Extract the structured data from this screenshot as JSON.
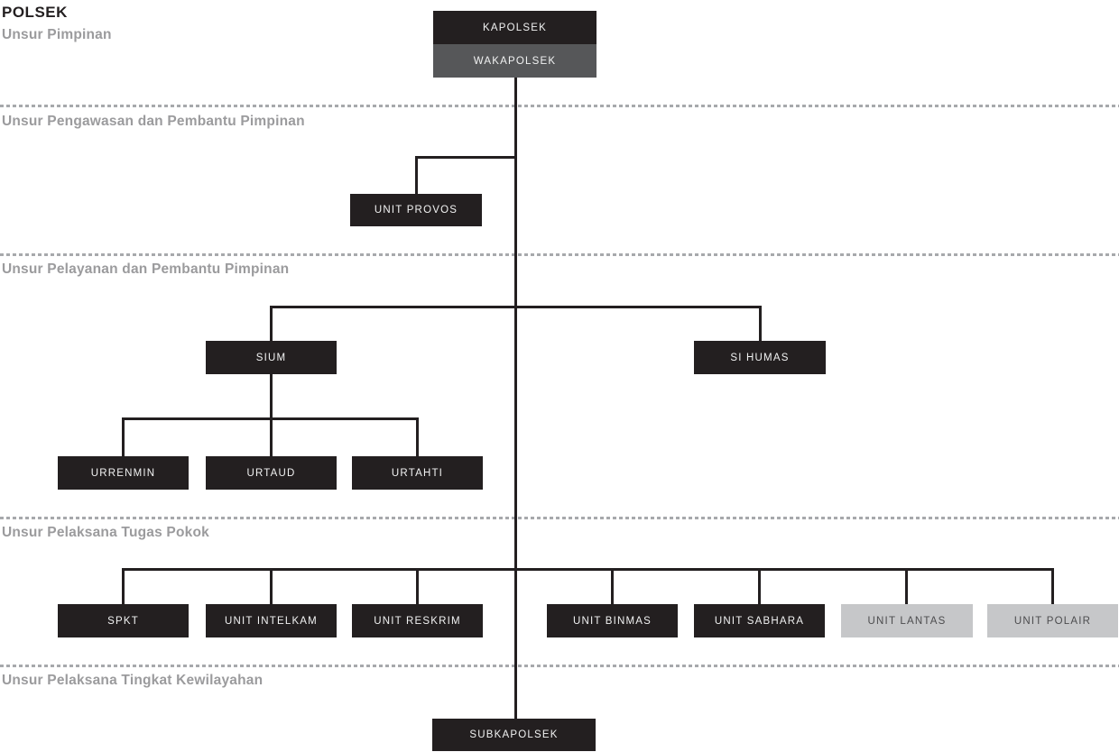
{
  "title": "POLSEK",
  "sections": {
    "pimpinan": "Unsur Pimpinan",
    "pengawasan": "Unsur Pengawasan dan Pembantu Pimpinan",
    "pelayanan": "Unsur Pelayanan dan Pembantu Pimpinan",
    "pelaksana_pokok": "Unsur Pelaksana Tugas Pokok",
    "kewilayahan": "Unsur Pelaksana Tingkat Kewilayahan"
  },
  "nodes": {
    "kapolsek": "KAPOLSEK",
    "wakapolsek": "WAKAPOLSEK",
    "unit_provos": "UNIT PROVOS",
    "sium": "SIUM",
    "si_humas": "SI HUMAS",
    "urrenmin": "URRENMIN",
    "urtaud": "URTAUD",
    "urtahti": "URTAHTI",
    "spkt": "SPKT",
    "unit_intelkam": "UNIT INTELKAM",
    "unit_reskrim": "UNIT RESKRIM",
    "unit_binmas": "UNIT BINMAS",
    "unit_sabhara": "UNIT SABHARA",
    "unit_lantas": "UNIT LANTAS",
    "unit_polair": "UNIT POLAIR",
    "subkapolsek": "SUBKAPOLSEK"
  },
  "colors": {
    "title": "#231f20",
    "heading": "#9b9b9d",
    "separator": "#a7a9ac",
    "line": "#231f20",
    "box_dark": "#231f20",
    "box_gray": "#565759",
    "box_light": "#c6c7c9",
    "box_text_light": "#f1f2f2",
    "box_text_dark": "#4c4c4e"
  }
}
